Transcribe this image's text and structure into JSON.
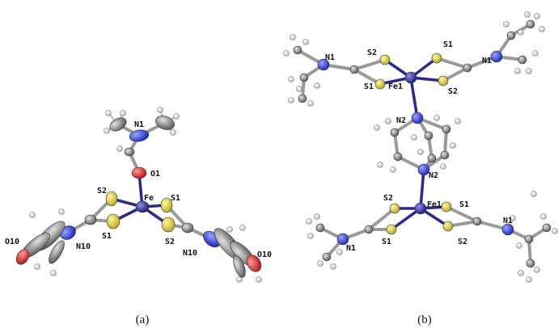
{
  "colors": {
    "fe": "#2b2a8c",
    "s": "#e1d23c",
    "n": "#2f3ee0",
    "o": "#e02a2a",
    "c": "#8a8a8a",
    "h": "#e6e6e6",
    "bond": "#8a8a8a"
  },
  "panel_a": {
    "caption": "(a)",
    "labels": {
      "n1": "N1",
      "o1": "O1",
      "fe": "Fe",
      "s2_left": "S2",
      "s1_left": "S1",
      "s1_right": "S1",
      "s2_right": "S2",
      "n10_left": "N10",
      "n10_right": "N10",
      "o10_left": "O10",
      "o10_right": "O10"
    }
  },
  "panel_b": {
    "caption": "(b)",
    "labels": {
      "n1_tl": "N1",
      "s2_tl": "S2",
      "s1_tl": "S1",
      "fe1_top": "Fe1",
      "s1_tr": "S1",
      "n1_tr": "N1",
      "s2_tr": "S2",
      "n2_top": "N2",
      "n2_bot": "N2",
      "s2_bl": "S2",
      "fe1_bot": "Fe1",
      "s1_br": "S1",
      "n1_br": "N1",
      "n1_bl": "N1",
      "s1_bl": "S1",
      "s2_br": "S2"
    }
  }
}
